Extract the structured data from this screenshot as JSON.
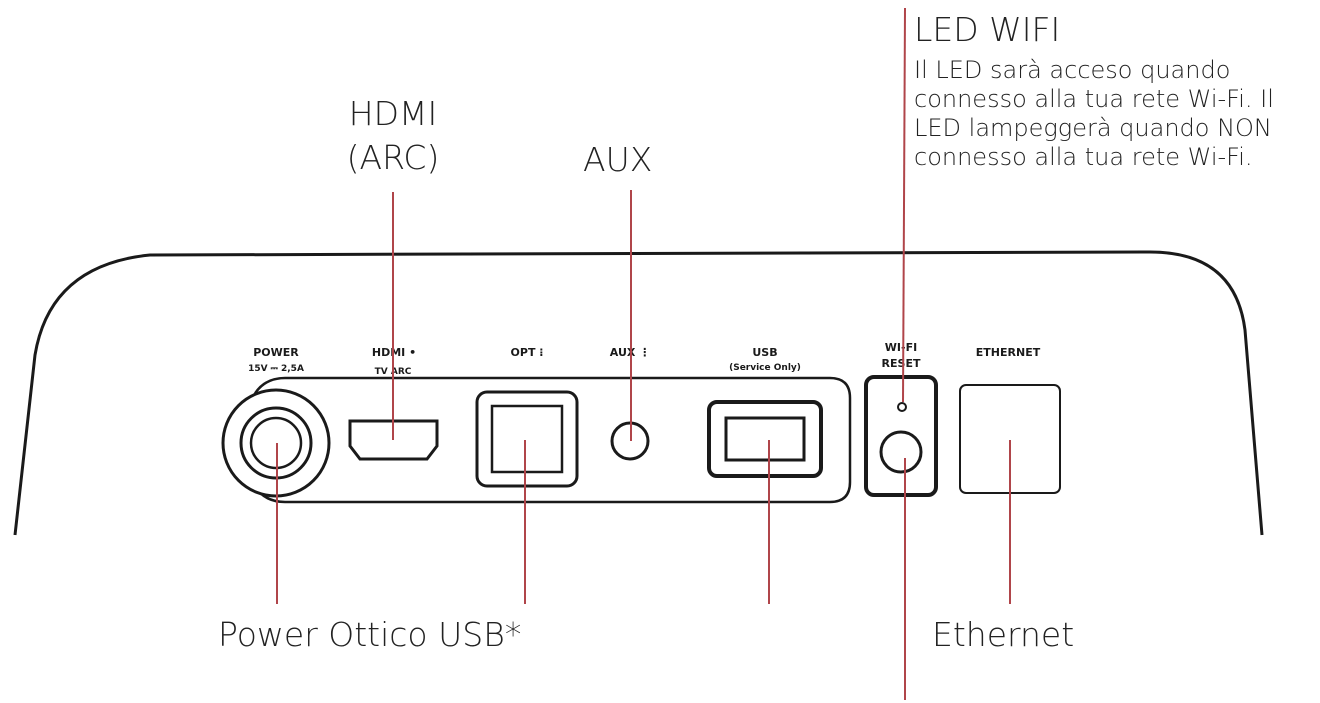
{
  "callouts": {
    "hdmi": [
      "HDMI",
      "(ARC)"
    ],
    "aux": "AUX",
    "led_wifi_title": "LED WIFI",
    "led_wifi_desc": "Il LED sarà acceso quando connesso alla tua rete Wi-Fi. Il LED lampeggerà quando NON connesso alla tua rete Wi-Fi.",
    "bottom_left": "Power Ottico USB*",
    "ethernet": "Ethernet"
  },
  "panel_labels": {
    "power": "POWER",
    "power_rating": "15V ⎓ 2,5A",
    "hdmi": "HDMI •",
    "hdmi_sub": "TV ARC",
    "opt": "OPT ⁝",
    "aux": "AUX ⋮",
    "usb": "USB",
    "usb_sub": "(Service Only)",
    "wifi_line1": "WI-FI",
    "wifi_line2": "RESET",
    "ethernet": "ETHERNET"
  },
  "colors": {
    "leader_line": "#b0454a",
    "outline": "#1a1a1a",
    "text": "#222222"
  }
}
